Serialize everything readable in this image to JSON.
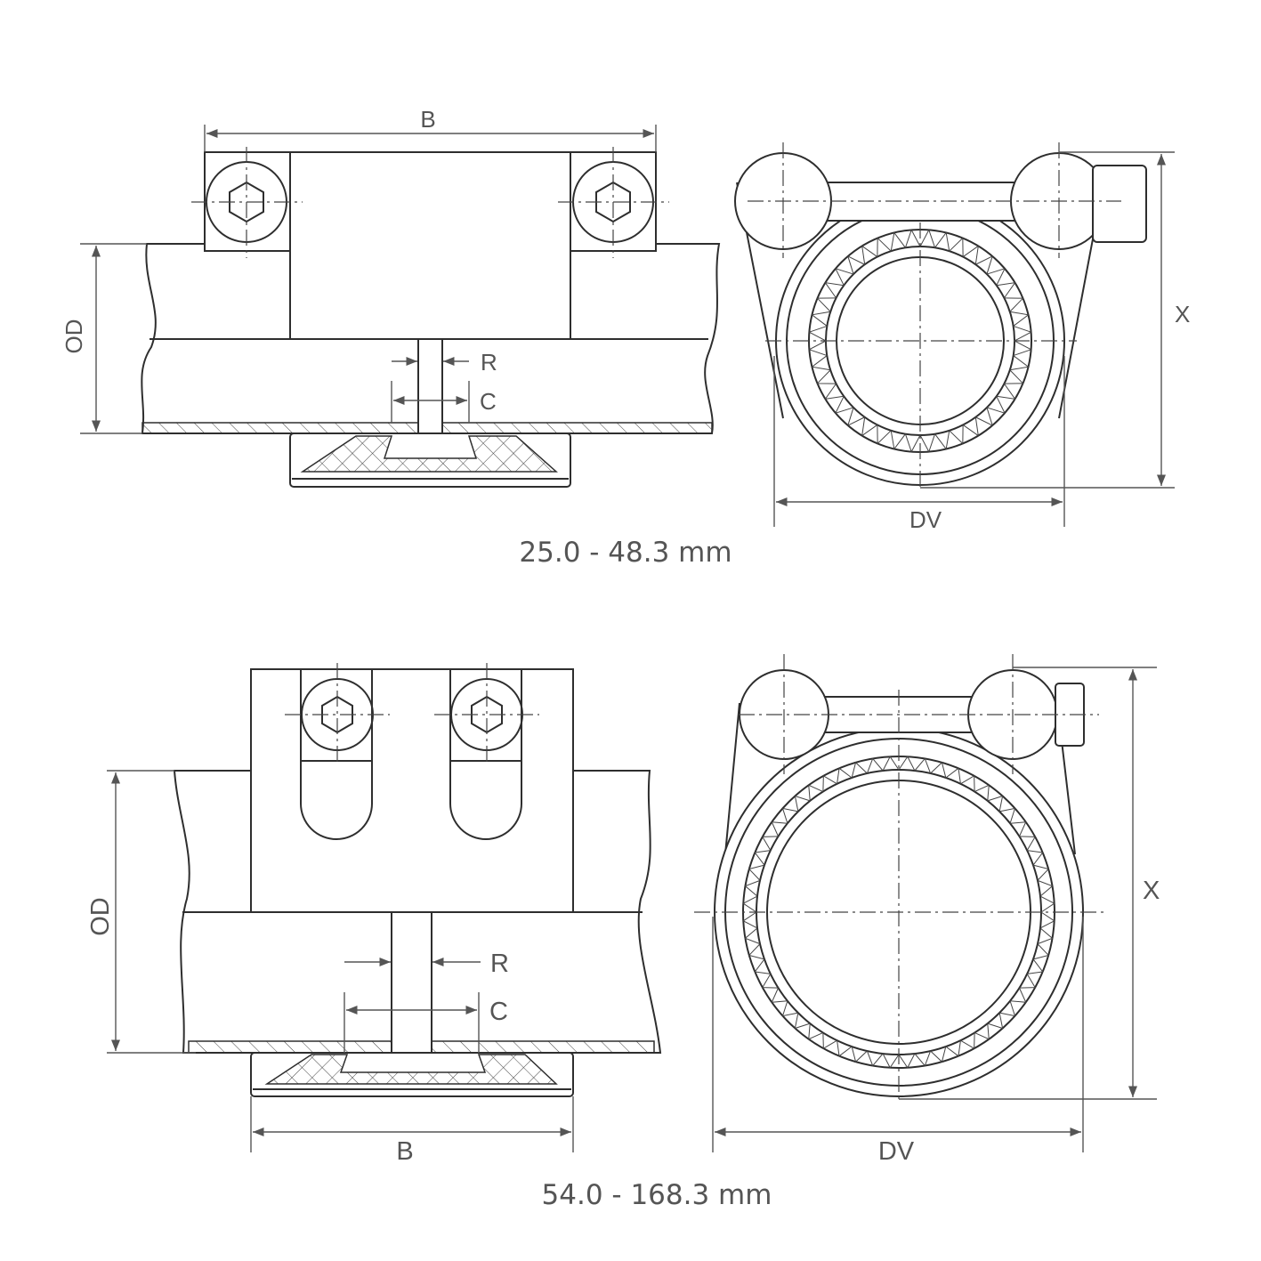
{
  "top_view": {
    "caption": "25.0 - 48.3 mm",
    "labels": {
      "B": "B",
      "OD": "OD",
      "R": "R",
      "C": "C",
      "X": "X",
      "DV": "DV"
    }
  },
  "bottom_view": {
    "caption": "54.0 - 168.3 mm",
    "labels": {
      "B": "B",
      "OD": "OD",
      "R": "R",
      "C": "C",
      "X": "X",
      "DV": "DV"
    }
  },
  "colors": {
    "line": "#2e2e2e",
    "dimension": "#555555"
  }
}
